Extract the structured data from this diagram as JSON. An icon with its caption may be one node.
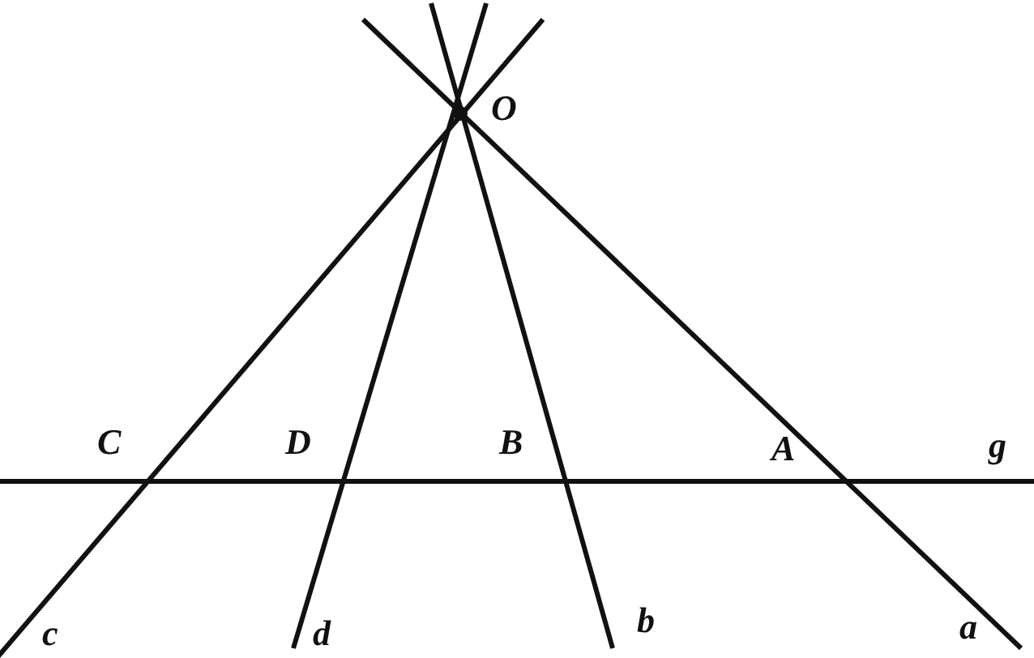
{
  "diagram": {
    "labels": [
      "O",
      "C",
      "D",
      "B",
      "A",
      "g",
      "c",
      "d",
      "b",
      "a"
    ]
  }
}
